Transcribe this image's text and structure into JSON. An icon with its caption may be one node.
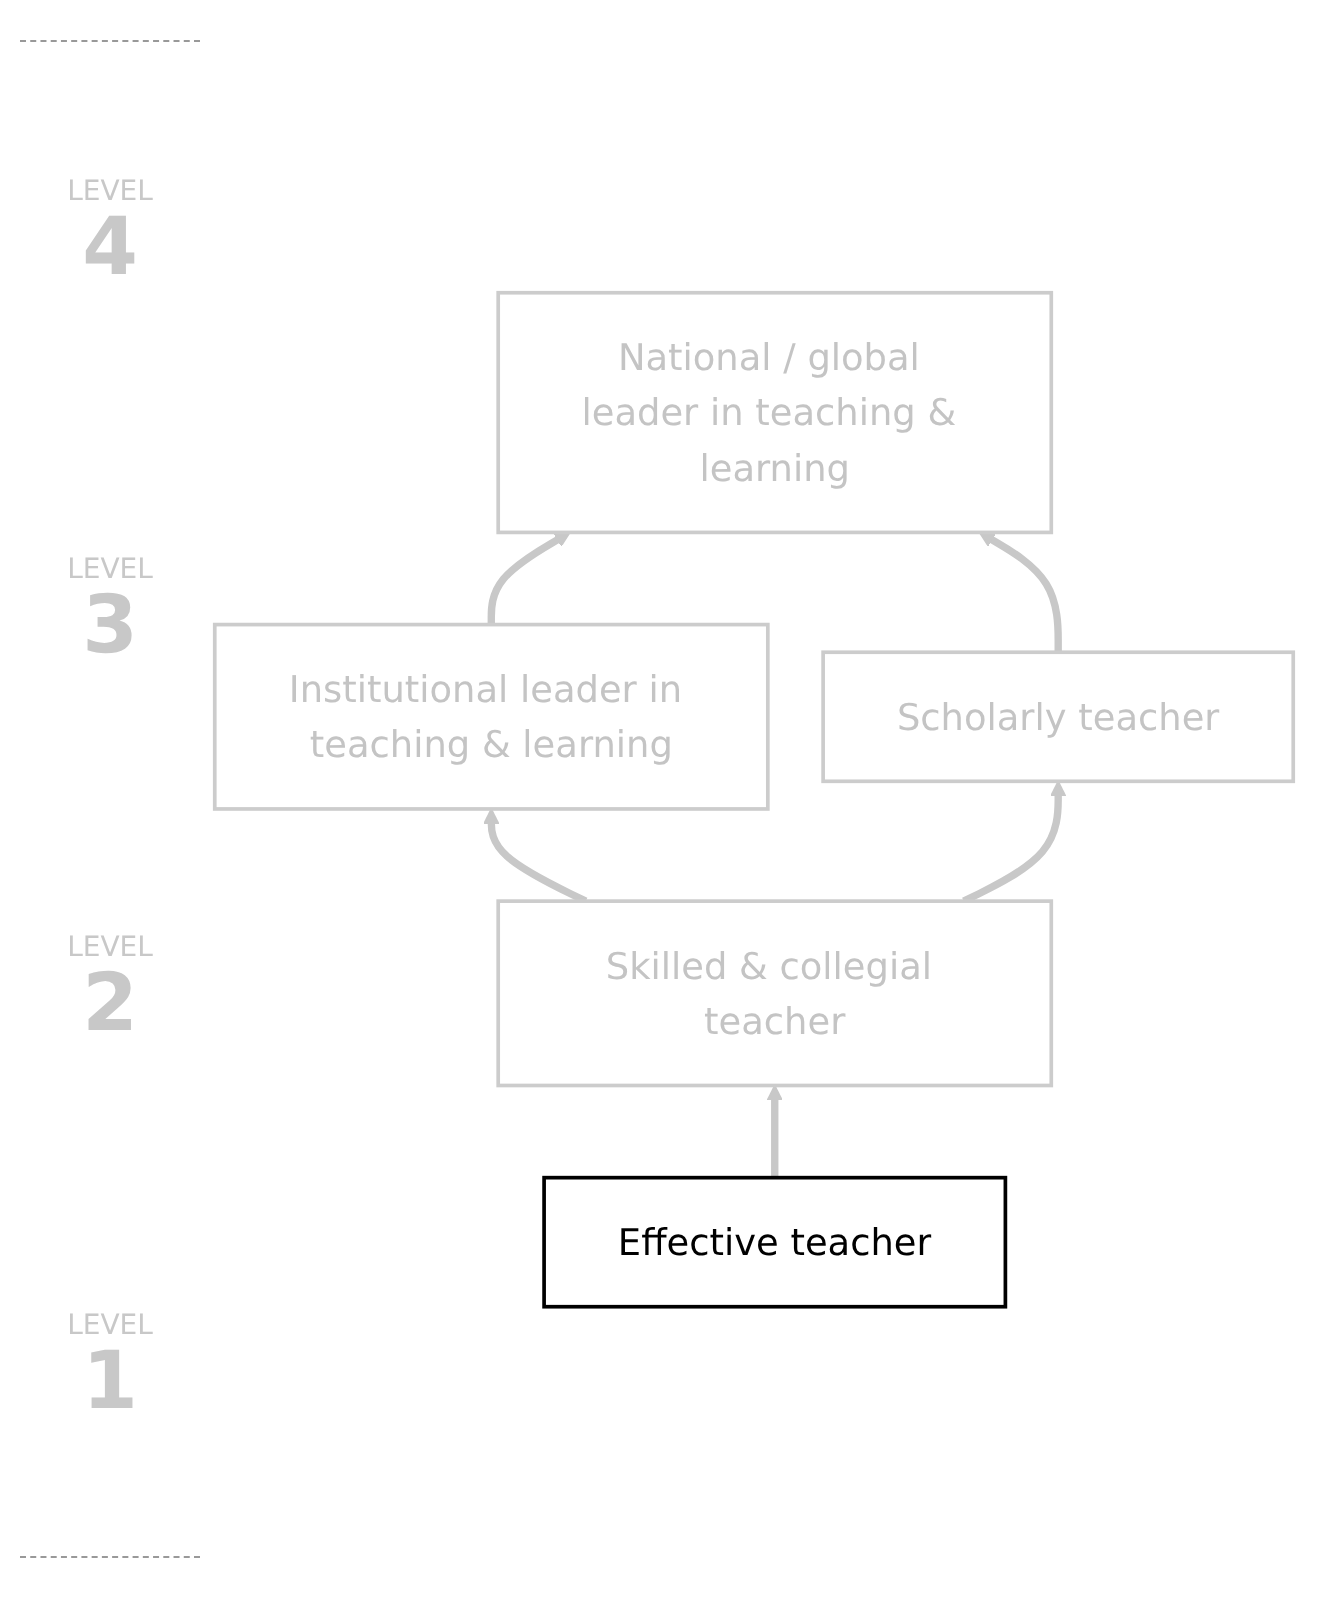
{
  "diagram": {
    "nodes": [
      {
        "text": [
          "National / global leader in teaching & learning"
        ]
      },
      {
        "text": [
          "Institutional leader in teaching & learning"
        ]
      },
      {
        "text": [
          "Scholarly teacher"
        ]
      },
      {
        "text": [
          "Skilled & collegial teacher"
        ]
      },
      {
        "text": [
          "Effective teacher"
        ]
      }
    ],
    "edges": [
      {
        "from": 3,
        "to": 1,
        "arrow": "to"
      },
      {
        "from": 3,
        "to": 2,
        "arrow": "to"
      },
      {
        "from": 1,
        "to": 0,
        "arrow": "to"
      },
      {
        "from": 2,
        "to": 0,
        "arrow": "to"
      },
      {
        "from": 4,
        "to": 3,
        "arrow": "to"
      }
    ],
    "labels": [
      "LEVEL",
      "4",
      "LEVEL",
      "3",
      "LEVEL",
      "2",
      "LEVEL",
      "1"
    ]
  }
}
